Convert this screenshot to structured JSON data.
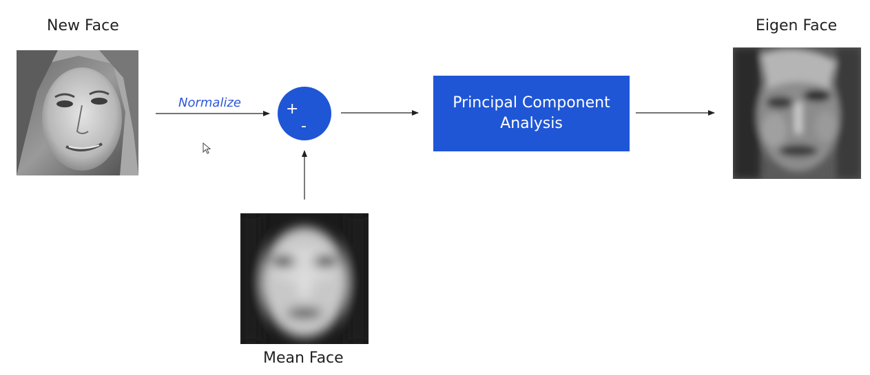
{
  "labels": {
    "new_face": "New Face",
    "eigen_face": "Eigen Face",
    "mean_face": "Mean Face",
    "normalize": "Normalize"
  },
  "sum_node": {
    "plus": "+",
    "minus": "-"
  },
  "pca_box": {
    "line1": "Principal Component",
    "line2": "Analysis"
  },
  "colors": {
    "accent_blue": "#1f56d6",
    "normalize_text": "#2b56d8",
    "arrow": "#222222"
  },
  "icons": {
    "cursor": "mouse-pointer-icon"
  }
}
